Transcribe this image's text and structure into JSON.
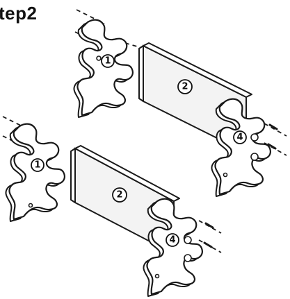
{
  "heading": "tep2",
  "callouts": {
    "side_left": "1",
    "panel": "2",
    "side_right": "4"
  },
  "assemblies": [
    {
      "name": "upper-assembly"
    },
    {
      "name": "lower-assembly"
    }
  ]
}
